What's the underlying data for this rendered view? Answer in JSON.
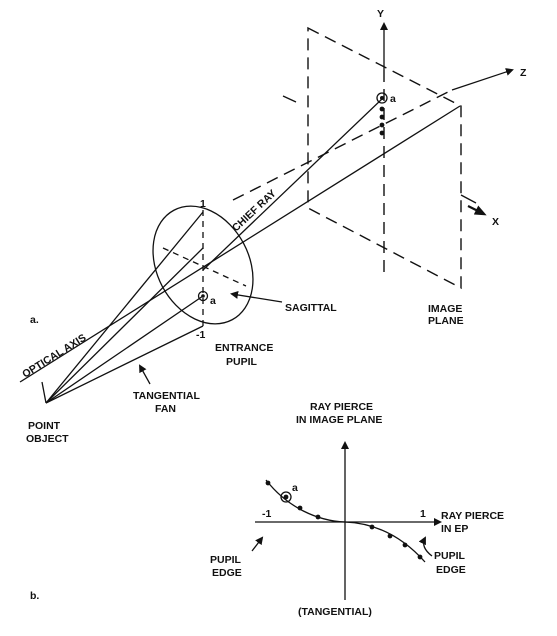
{
  "part_a": {
    "panel_label": "a.",
    "axis_y": "Y",
    "axis_z": "Z",
    "axis_x": "X",
    "chief_ray": "CHIEF RAY",
    "optical_axis": "OPTICAL AXIS",
    "pupil_top": "1",
    "pupil_bottom": "-1",
    "point_a_pupil": "a",
    "point_a_image": "a",
    "sagittal": "SAGITTAL",
    "image_plane_1": "IMAGE",
    "image_plane_2": "PLANE",
    "entrance_pupil_1": "ENTRANCE",
    "entrance_pupil_2": "PUPIL",
    "tangential_fan_1": "TANGENTIAL",
    "tangential_fan_2": "FAN",
    "point_object_1": "POINT",
    "point_object_2": "OBJECT"
  },
  "part_b": {
    "panel_label": "b.",
    "y_label_1": "RAY PIERCE",
    "y_label_2": "IN IMAGE PLANE",
    "x_label_1": "RAY PIERCE",
    "x_label_2": "IN EP",
    "x_min_label": "-1",
    "x_max_label": "1",
    "point_a": "a",
    "pupil_edge_left_1": "PUPIL",
    "pupil_edge_left_2": "EDGE",
    "pupil_edge_right_1": "PUPIL",
    "pupil_edge_right_2": "EDGE",
    "caption": "(TANGENTIAL)"
  }
}
